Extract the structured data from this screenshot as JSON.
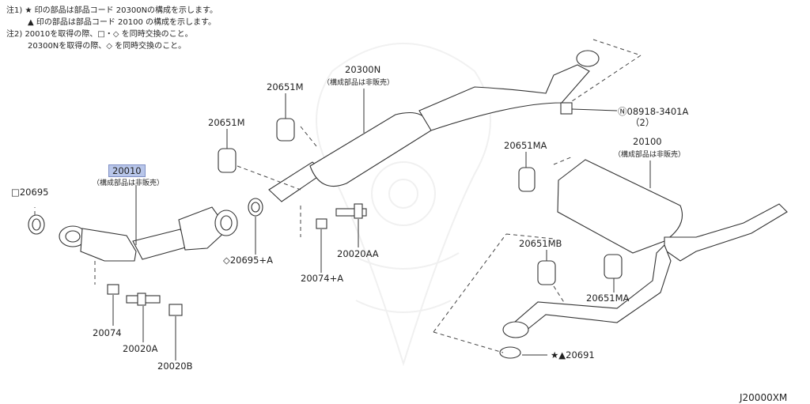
{
  "notes": [
    "注1) ★ 印の部品は部品コード 20300Nの構成を示します。",
    "▲ 印の部品は部品コード 20100 の構成を示します。",
    "注2) 20010を取得の際、□・◇ を同時交換のこと。",
    "20300Nを取得の際、◇ を同時交換のこと。"
  ],
  "labels": {
    "p20010": "20010",
    "p20010_sub": "（構成部品は非販売）",
    "p20695": "□20695",
    "p20074": "20074",
    "p20020A": "20020A",
    "p20020B": "20020B",
    "p20695A": "◇20695+A",
    "p20074A": "20074+A",
    "p20020AA": "20020AA",
    "p20651M_a": "20651M",
    "p20651M_b": "20651M",
    "p20300N": "20300N",
    "p20300N_sub": "（構成部品は非販売）",
    "p08918": "Ⓝ08918-3401A",
    "p08918_qty": "（2）",
    "p20651MA_a": "20651MA",
    "p20100": "20100",
    "p20100_sub": "（構成部品は非販売）",
    "p20651MB": "20651MB",
    "p20651MA_b": "20651MA",
    "p20691": "★▲20691",
    "diagram_code": "J20000XM"
  }
}
